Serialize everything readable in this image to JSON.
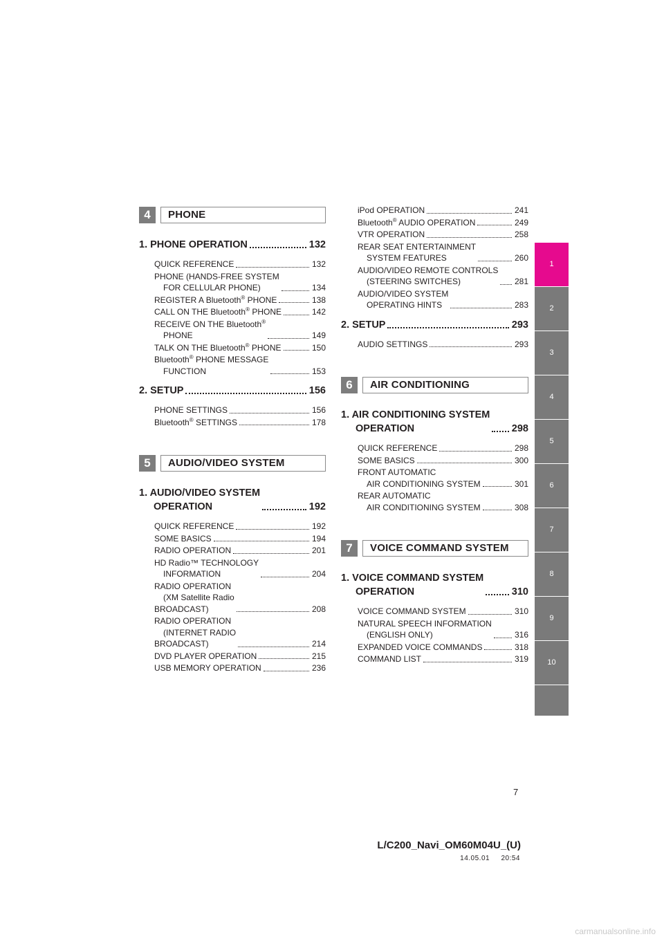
{
  "sections": {
    "s4": {
      "num": "4",
      "title": "PHONE"
    },
    "s5": {
      "num": "5",
      "title": "AUDIO/VIDEO SYSTEM"
    },
    "s6": {
      "num": "6",
      "title": "AIR CONDITIONING"
    },
    "s7": {
      "num": "7",
      "title": "VOICE COMMAND SYSTEM"
    }
  },
  "phone": {
    "ch1": {
      "label": "1. PHONE OPERATION",
      "page": "132"
    },
    "ch1_items": [
      {
        "label": "QUICK REFERENCE",
        "page": "132"
      },
      {
        "label": "PHONE (HANDS-FREE SYSTEM",
        "label2": "FOR CELLULAR PHONE)",
        "page": "134"
      },
      {
        "label": "REGISTER A Bluetooth",
        "sup": "®",
        "label_after": " PHONE",
        "page": "138"
      },
      {
        "label": "CALL ON THE Bluetooth",
        "sup": "®",
        "label_after": " PHONE",
        "page": "142"
      },
      {
        "label": "RECEIVE ON THE Bluetooth",
        "sup": "®",
        "label2": "PHONE",
        "page": "149"
      },
      {
        "label": "TALK ON THE Bluetooth",
        "sup": "®",
        "label_after": " PHONE",
        "page": "150"
      },
      {
        "label": "Bluetooth",
        "sup": "®",
        "label_after": " PHONE MESSAGE",
        "label2": "FUNCTION",
        "page": "153"
      }
    ],
    "ch2": {
      "label": "2. SETUP",
      "page": "156"
    },
    "ch2_items": [
      {
        "label": "PHONE SETTINGS",
        "page": "156"
      },
      {
        "label": "Bluetooth",
        "sup": "®",
        "label_after": " SETTINGS",
        "page": "178"
      }
    ]
  },
  "audio": {
    "ch1": {
      "label": "1. AUDIO/VIDEO SYSTEM",
      "label2": "OPERATION",
      "page": "192"
    },
    "ch1_items_left": [
      {
        "label": "QUICK REFERENCE",
        "page": "192"
      },
      {
        "label": "SOME BASICS",
        "page": "194"
      },
      {
        "label": "RADIO OPERATION",
        "page": "201"
      },
      {
        "label": "HD Radio™ TECHNOLOGY",
        "label2": "INFORMATION",
        "page": "204"
      },
      {
        "label": "RADIO OPERATION",
        "label2": "(XM Satellite Radio",
        "label3": "BROADCAST)",
        "page": "208"
      },
      {
        "label": "RADIO OPERATION",
        "label2": "(INTERNET RADIO",
        "label3": "BROADCAST)",
        "page": "214"
      },
      {
        "label": "DVD PLAYER OPERATION",
        "page": "215"
      },
      {
        "label": "USB MEMORY OPERATION",
        "page": "236"
      }
    ],
    "ch1_items_right": [
      {
        "label": "iPod OPERATION",
        "page": "241"
      },
      {
        "label": "Bluetooth",
        "sup": "®",
        "label_after": " AUDIO OPERATION",
        "page": "249"
      },
      {
        "label": "VTR OPERATION",
        "page": "258"
      },
      {
        "label": "REAR SEAT ENTERTAINMENT",
        "label2": "SYSTEM FEATURES",
        "page": "260"
      },
      {
        "label": "AUDIO/VIDEO REMOTE CONTROLS",
        "label2": "(STEERING SWITCHES)",
        "page": "281"
      },
      {
        "label": "AUDIO/VIDEO SYSTEM",
        "label2": "OPERATING HINTS",
        "page": "283"
      }
    ],
    "ch2": {
      "label": "2. SETUP",
      "page": "293"
    },
    "ch2_items": [
      {
        "label": "AUDIO SETTINGS",
        "page": "293"
      }
    ]
  },
  "air": {
    "ch1": {
      "label": "1. AIR CONDITIONING SYSTEM",
      "label2": "OPERATION",
      "page": "298"
    },
    "items": [
      {
        "label": "QUICK REFERENCE",
        "page": "298"
      },
      {
        "label": "SOME BASICS",
        "page": "300"
      },
      {
        "label": "FRONT AUTOMATIC",
        "label2": "AIR CONDITIONING SYSTEM",
        "page": "301"
      },
      {
        "label": "REAR AUTOMATIC",
        "label2": "AIR CONDITIONING SYSTEM",
        "page": "308"
      }
    ]
  },
  "voice": {
    "ch1": {
      "label": "1. VOICE COMMAND SYSTEM",
      "label2": "OPERATION",
      "page": "310"
    },
    "items": [
      {
        "label": "VOICE COMMAND SYSTEM",
        "page": "310"
      },
      {
        "label": "NATURAL SPEECH INFORMATION",
        "label2": "(ENGLISH ONLY)",
        "page": "316"
      },
      {
        "label": "EXPANDED VOICE COMMANDS",
        "page": "318"
      },
      {
        "label": "COMMAND LIST",
        "page": "319"
      }
    ]
  },
  "tabs": [
    "1",
    "2",
    "3",
    "4",
    "5",
    "6",
    "7",
    "8",
    "9",
    "10"
  ],
  "active_tab": "1",
  "colors": {
    "active_tab": "#e60a8e",
    "tab": "#7a7a7a",
    "section_num": "#7d7d7d"
  },
  "page_number": "7",
  "footer": "L/C200_Navi_OM60M04U_(U)",
  "timestamp": "14.05.01     20:54",
  "watermark": "carmanualsonline.info"
}
